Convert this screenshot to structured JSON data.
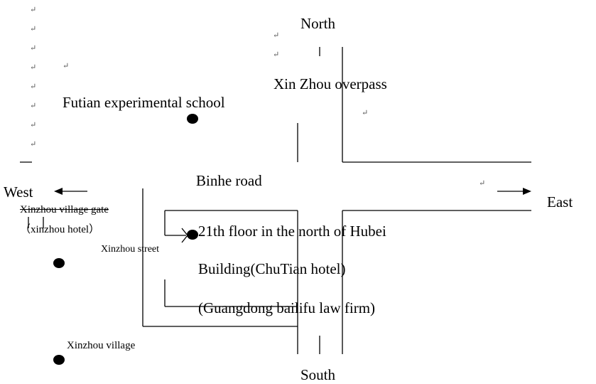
{
  "directions": {
    "north": "North",
    "south": "South",
    "east": "East",
    "west": "West"
  },
  "roads": {
    "overpass": "Xin Zhou overpass",
    "binhe": "Binhe road",
    "xinzhou_street": "Xinzhou street"
  },
  "places": {
    "futian_school": "Futian experimental school",
    "village_gate_line1": "Xinzhou village gate",
    "village_gate_line2": "（xinzhou hotel）",
    "xinzhou_village": "Xinzhou village",
    "target_line1": "21th floor in the north of Hubei",
    "target_line2": "Building(ChuTian hotel)",
    "target_line3": "(Guangdong bailifu law firm)"
  },
  "para_mark": "↵"
}
